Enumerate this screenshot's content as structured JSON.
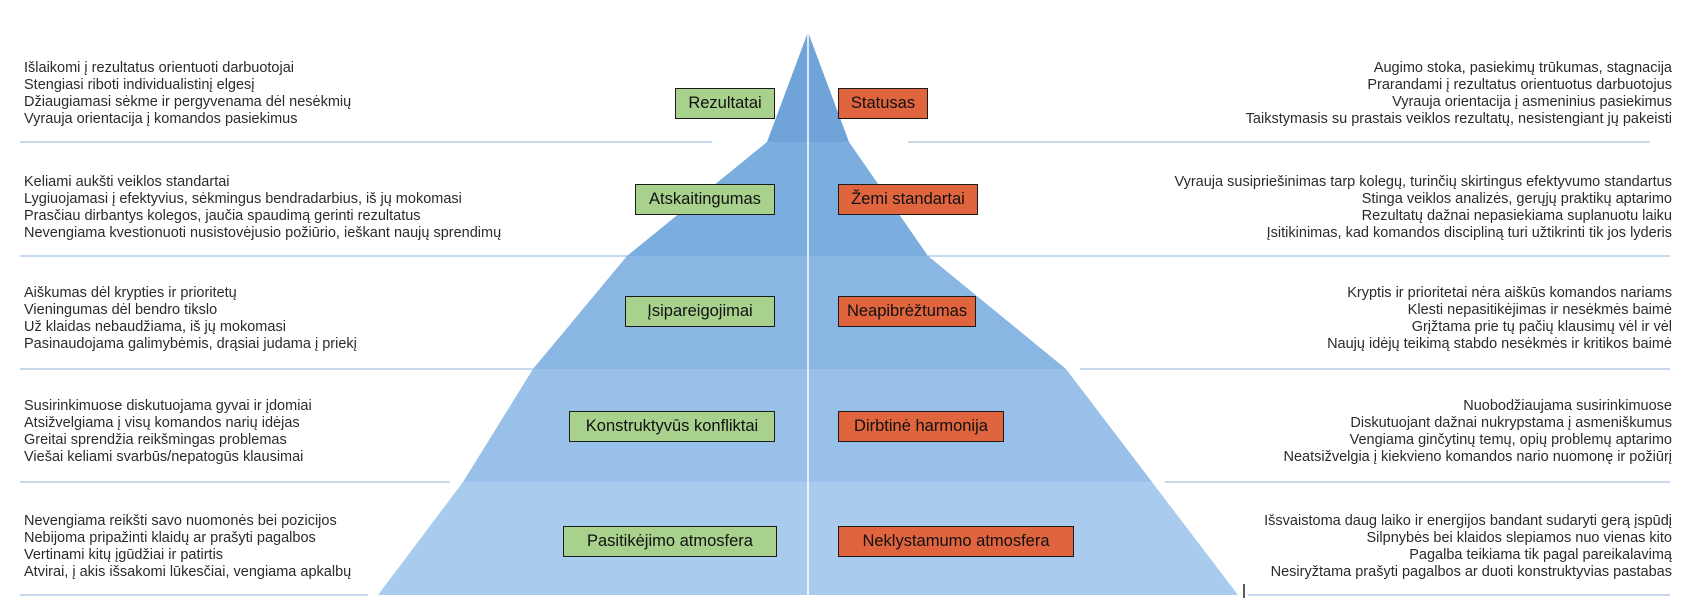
{
  "colors": {
    "pyramid_levels": [
      "#6fa3da",
      "#7baddf",
      "#89b6e3",
      "#98c0e8",
      "#a9cbed"
    ],
    "positive_box": "#a9d18e",
    "negative_box": "#e0653f",
    "separator_line": "#8fb0d8"
  },
  "levels": [
    {
      "positive_label": "Rezultatai",
      "negative_label": "Statusas",
      "left_lines": [
        "Išlaikomi į rezultatus orientuoti darbuotojai",
        "Stengiasi riboti individualistinį elgesį",
        "Džiaugiamasi sėkme ir pergyvenama dėl nesėkmių",
        "Vyrauja orientacija į komandos pasiekimus"
      ],
      "right_lines": [
        "Augimo stoka, pasiekimų trūkumas, stagnacija",
        "Prarandami į rezultatus orientuotus darbuotojus",
        "Vyrauja orientacija į asmeninius pasiekimus",
        "Taikstymasis su prastais veiklos rezultatų, nesistengiant jų pakeisti"
      ]
    },
    {
      "positive_label": "Atskaitingumas",
      "negative_label": "Žemi standartai",
      "left_lines": [
        "Keliami aukšti veiklos standartai",
        "Lygiuojamasi į efektyvius, sėkmingus bendradarbius, iš jų mokomasi",
        "Prasčiau dirbantys kolegos, jaučia spaudimą gerinti rezultatus",
        "Nevengiama kvestionuoti nusistovėjusio požiūrio, ieškant naujų sprendimų"
      ],
      "right_lines": [
        "Vyrauja susipriešinimas tarp kolegų, turinčių skirtingus efektyvumo standartus",
        "Stinga veiklos analizės, gerųjų praktikų aptarimo",
        "Rezultatų dažnai nepasiekiama suplanuotu laiku",
        "Įsitikinimas, kad komandos discipliną turi užtikrinti tik jos lyderis"
      ]
    },
    {
      "positive_label": "Įsipareigojimai",
      "negative_label": "Neapibrėžtumas",
      "left_lines": [
        "Aiškumas dėl krypties ir prioritetų",
        "Vieningumas dėl bendro tikslo",
        "Už klaidas nebaudžiama, iš jų mokomasi",
        "Pasinaudojama galimybėmis, drąsiai judama į priekį"
      ],
      "right_lines": [
        "Kryptis ir prioritetai nėra aiškūs komandos nariams",
        "Klesti nepasitikėjimas ir nesėkmės baimė",
        "Grįžtama prie tų pačių klausimų vėl ir vėl",
        "Naujų idėjų teikimą stabdo nesėkmės ir kritikos baimė"
      ]
    },
    {
      "positive_label": "Konstruktyvūs konfliktai",
      "negative_label": "Dirbtinė harmonija",
      "left_lines": [
        "Susirinkimuose diskutuojama gyvai ir įdomiai",
        "Atsižvelgiama į visų komandos narių idėjas",
        "Greitai sprendžia reikšmingas problemas",
        "Viešai keliami svarbūs/nepatogūs klausimai"
      ],
      "right_lines": [
        "Nuobodžiaujama susirinkimuose",
        "Diskutuojant dažnai nukrypstama į asmeniškumus",
        "Vengiama ginčytinų temų, opių problemų aptarimo",
        "Neatsižvelgia į kiekvieno komandos nario nuomonę ir požiūrį"
      ]
    },
    {
      "positive_label": "Pasitikėjimo atmosfera",
      "negative_label": "Neklystamumo atmosfera",
      "left_lines": [
        "Nevengiama reikšti savo nuomonės bei pozicijos",
        "Nebijoma pripažinti klaidų ar prašyti pagalbos",
        "Vertinami kitų įgūdžiai ir patirtis",
        "Atvirai, į akis išsakomi lūkesčiai, vengiama apkalbų"
      ],
      "right_lines": [
        "Išsvaistoma daug laiko ir energijos bandant sudaryti gerą įspūdį",
        "Silpnybės bei klaidos slepiamos nuo vienas kito",
        "Pagalba teikiama tik pagal pareikalavimą",
        "Nesiryžtama prašyti pagalbos ar duoti konstruktyvias pastabas"
      ]
    }
  ]
}
